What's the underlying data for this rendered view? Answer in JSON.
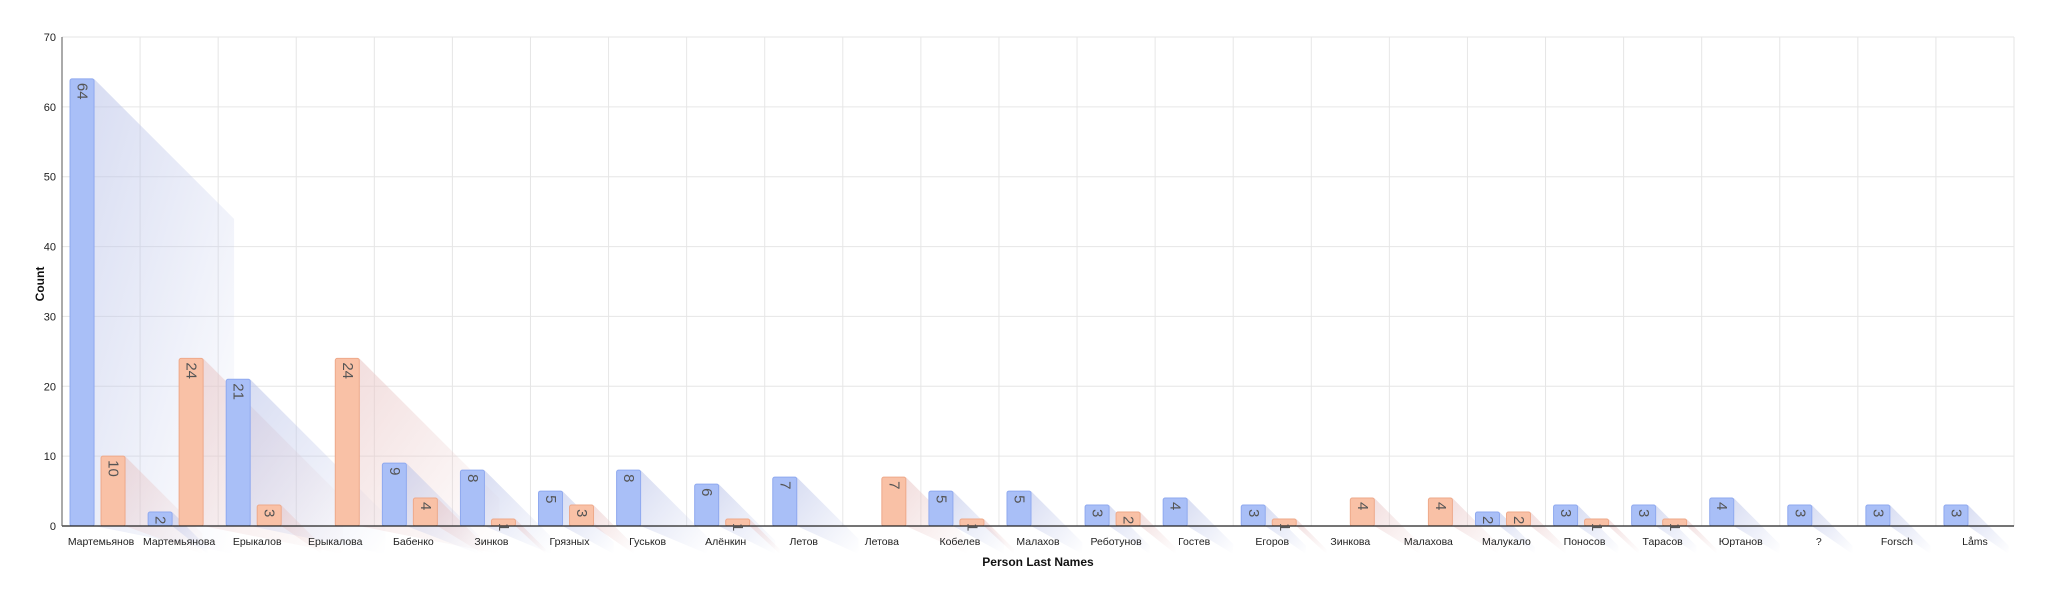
{
  "chart_data": {
    "type": "bar",
    "title": "",
    "xlabel": "Person Last Names",
    "ylabel": "Count",
    "ylim": [
      0,
      70
    ],
    "yticks": [
      0,
      10,
      20,
      30,
      40,
      50,
      60,
      70
    ],
    "grid": true,
    "legend": "none",
    "colors": {
      "series_1": "#a9bff7",
      "series_2": "#f9c1a6",
      "series_1_stroke": "#8fa9ef",
      "series_2_stroke": "#eea98a"
    },
    "categories": [
      "Мартемьянов",
      "Мартемьянова",
      "Ерыкалов",
      "Ерыкалова",
      "Бабенко",
      "Зинков",
      "Грязных",
      "Гуськов",
      "Алёнкин",
      "Летов",
      "Летова",
      "Кобелев",
      "Малахов",
      "Реботунов",
      "Гостев",
      "Егоров",
      "Зинкова",
      "Малахова",
      "Малукало",
      "Поносов",
      "Тарасов",
      "Юртанов",
      "?",
      "Forsch",
      "Låms"
    ],
    "series": [
      {
        "values": [
          64,
          2,
          21,
          null,
          9,
          8,
          5,
          8,
          6,
          7,
          null,
          5,
          5,
          3,
          4,
          3,
          null,
          null,
          2,
          3,
          3,
          4,
          3,
          3,
          3
        ]
      },
      {
        "values": [
          10,
          24,
          3,
          24,
          4,
          1,
          3,
          null,
          1,
          null,
          7,
          1,
          null,
          2,
          null,
          1,
          4,
          4,
          2,
          1,
          1,
          null,
          null,
          null,
          null
        ]
      }
    ]
  }
}
